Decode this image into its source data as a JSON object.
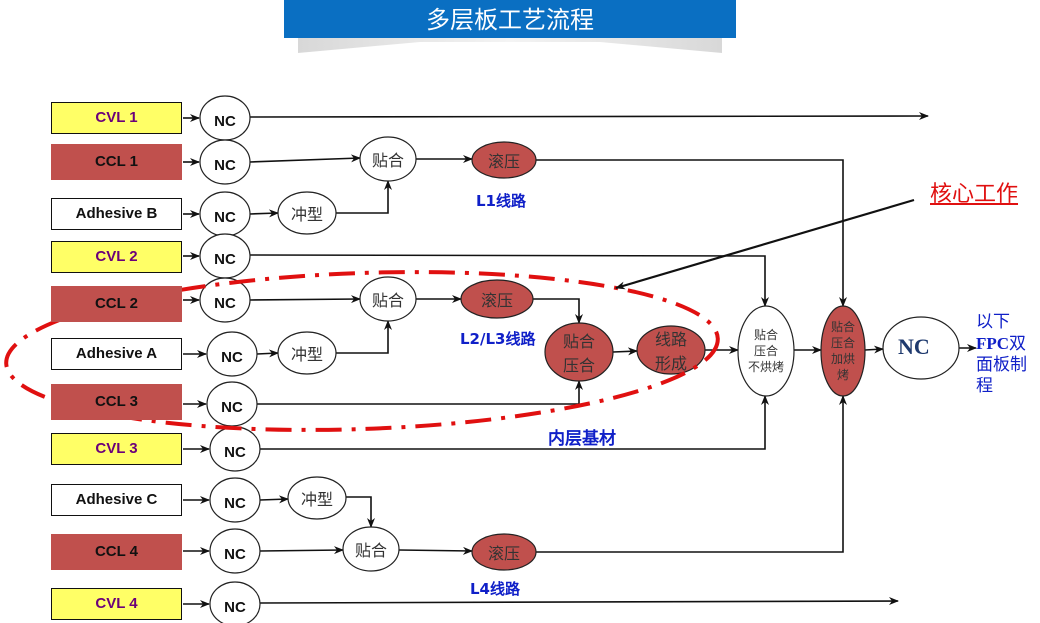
{
  "title": "多层板工艺流程",
  "inputs": [
    {
      "id": "cvl1",
      "label": "CVL 1",
      "type": "cvl"
    },
    {
      "id": "ccl1",
      "label": "CCL 1",
      "type": "ccl"
    },
    {
      "id": "adhb",
      "label": "Adhesive B",
      "type": "adh"
    },
    {
      "id": "cvl2",
      "label": "CVL 2",
      "type": "cvl"
    },
    {
      "id": "ccl2",
      "label": "CCL 2",
      "type": "ccl"
    },
    {
      "id": "adha",
      "label": "Adhesive A",
      "type": "adh"
    },
    {
      "id": "ccl3",
      "label": "CCL 3",
      "type": "ccl"
    },
    {
      "id": "cvl3",
      "label": "CVL 3",
      "type": "cvl"
    },
    {
      "id": "adhc",
      "label": "Adhesive C",
      "type": "adh"
    },
    {
      "id": "ccl4",
      "label": "CCL 4",
      "type": "ccl"
    },
    {
      "id": "cvl4",
      "label": "CVL 4",
      "type": "cvl"
    }
  ],
  "nodes": {
    "nc": "NC",
    "punch": "冲型",
    "laminate": "贴合",
    "roll": "滚压",
    "bond_press": [
      "贴合",
      "压合"
    ],
    "circuit": [
      "线路",
      "形成"
    ],
    "bond_nobake": [
      "贴合",
      "压合",
      "不烘烤"
    ],
    "bond_bake": [
      "贴合",
      "压合",
      "加烘",
      "烤"
    ],
    "final_nc": "NC"
  },
  "labels": {
    "l1": "L1线路",
    "l23": "L2/L3线路",
    "inner": "内层基材",
    "l4": "L4线路",
    "core": "核心工作",
    "output": [
      "以下",
      "FPC",
      "双",
      "面板制",
      "程"
    ]
  },
  "colors": {
    "title_bg": "#0a6fc2",
    "cvl_fill": "#ffff66",
    "ccl_fill": "#c0504d",
    "highlight": "#e01010",
    "label_blue": "#1020c8"
  }
}
